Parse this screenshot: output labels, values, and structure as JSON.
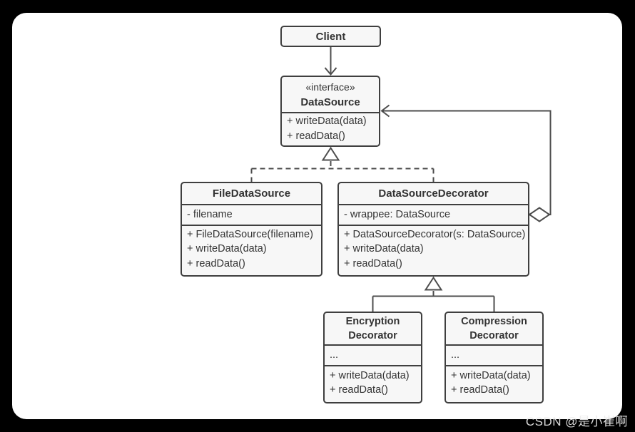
{
  "watermark": "CSDN @是小崔啊",
  "colors": {
    "page_background": "#000000",
    "canvas_background": "#ffffff",
    "box_fill": "#f7f7f7",
    "box_border": "#3f3f3f",
    "connector_line": "#4d4d4d",
    "text": "#333333"
  },
  "classes": {
    "client": {
      "title": "Client"
    },
    "data_source": {
      "stereotype": "«interface»",
      "title": "DataSource",
      "methods": [
        "+ writeData(data)",
        "+ readData()"
      ]
    },
    "file_data_source": {
      "title": "FileDataSource",
      "attributes": [
        "- filename"
      ],
      "methods": [
        "+ FileDataSource(filename)",
        "+ writeData(data)",
        "+ readData()"
      ]
    },
    "data_source_decorator": {
      "title": "DataSourceDecorator",
      "attributes": [
        "- wrappee: DataSource"
      ],
      "methods": [
        "+ DataSourceDecorator(s: DataSource)",
        "+ writeData(data)",
        "+ readData()"
      ]
    },
    "encryption_decorator": {
      "title_line1": "Encryption",
      "title_line2": "Decorator",
      "attributes": [
        "..."
      ],
      "methods": [
        "+ writeData(data)",
        "+ readData()"
      ]
    },
    "compression_decorator": {
      "title_line1": "Compression",
      "title_line2": "Decorator",
      "attributes": [
        "..."
      ],
      "methods": [
        "+ writeData(data)",
        "+ readData()"
      ]
    }
  }
}
